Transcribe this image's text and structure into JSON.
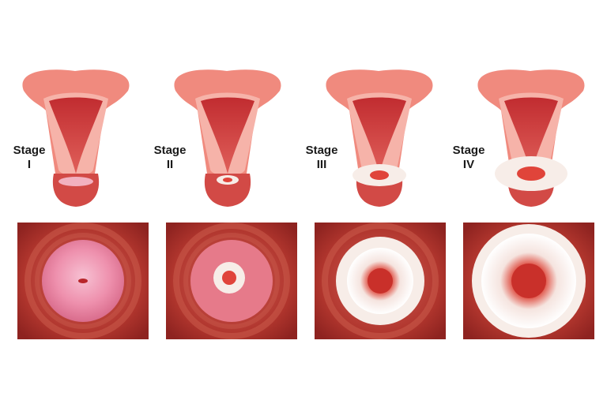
{
  "stages": [
    {
      "word": "Stage",
      "numeral": "I",
      "tumor": "none"
    },
    {
      "word": "Stage",
      "numeral": "II",
      "tumor": "small"
    },
    {
      "word": "Stage",
      "numeral": "III",
      "tumor": "medium"
    },
    {
      "word": "Stage",
      "numeral": "IV",
      "tumor": "large"
    }
  ],
  "colors": {
    "tissue_outer": "#f08a7e",
    "tissue_inner": "#f6b3a9",
    "cavity": "#d84a47",
    "cavity_dark": "#b8262b",
    "cervix_bg": "#b23a30",
    "cervix_ring": "#c8584a",
    "cervix_face": "#ec8aa6",
    "tumor_white": "#f7ede8",
    "tumor_red": "#e0443a"
  }
}
